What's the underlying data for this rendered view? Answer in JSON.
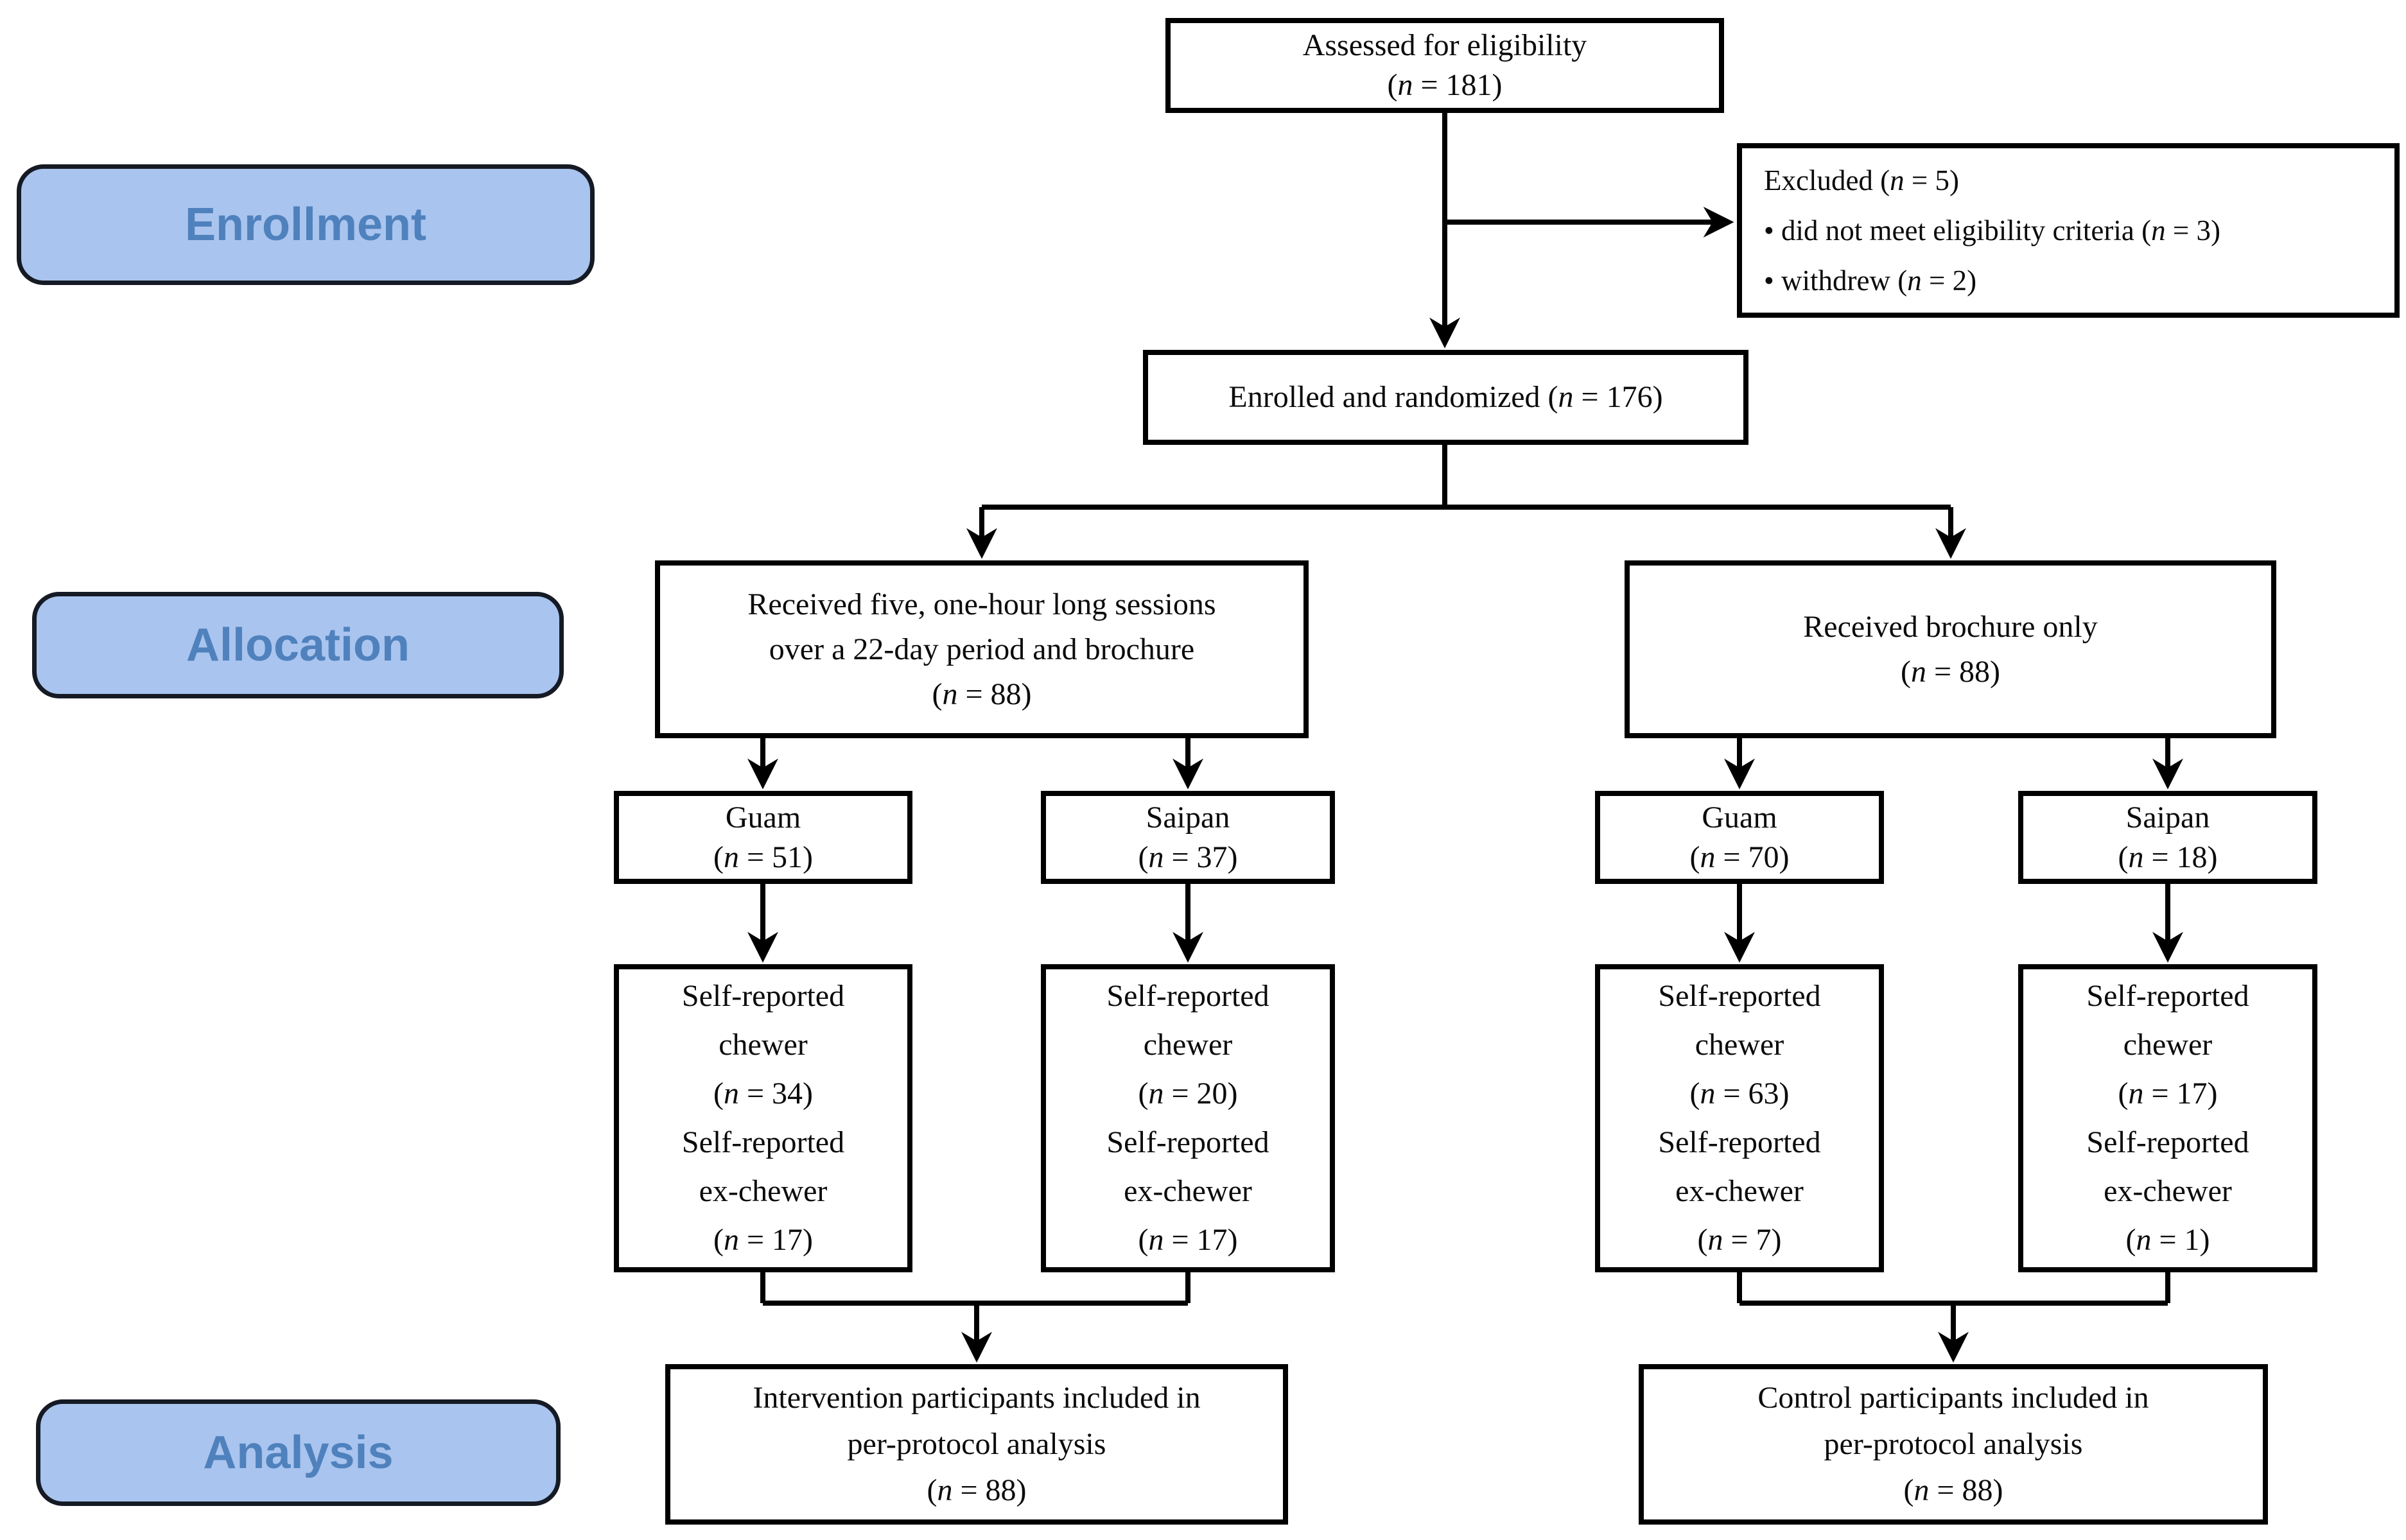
{
  "title": "CONSORT participant flow diagram",
  "colors": {
    "background": "#ffffff",
    "box_fill": "#ffffff",
    "box_border": "#000000",
    "line": "#000000",
    "stage_fill": "#a9c4ee",
    "stage_border": "#151a24",
    "stage_text": "#4f81bd"
  },
  "stages": [
    {
      "label": "Enrollment"
    },
    {
      "label": "Allocation"
    },
    {
      "label": "Analysis"
    }
  ],
  "boxes": {
    "assessed": {
      "lines": [
        "Assessed for eligibility",
        "(n = 181)"
      ]
    },
    "excluded": {
      "lines": [
        "Excluded (n = 5)",
        "• did not meet eligibility criteria (n = 3)",
        "• withdrew (n = 2)"
      ]
    },
    "enrolled": {
      "lines": [
        "Enrolled and randomized (n = 176)"
      ]
    },
    "intervention_arm": {
      "lines": [
        "Received five, one-hour long sessions",
        "over a 22-day period and brochure",
        "(n = 88)"
      ]
    },
    "control_arm": {
      "lines": [
        "Received brochure only",
        "(n = 88)"
      ]
    },
    "analysis_intervention": {
      "lines": [
        "Intervention participants included in",
        "per-protocol analysis",
        "(n = 88)"
      ]
    },
    "analysis_control": {
      "lines": [
        "Control participants included in",
        "per-protocol analysis",
        "(n = 88)"
      ]
    }
  },
  "sites": [
    {
      "lines": [
        "Guam",
        "(n = 51)"
      ]
    },
    {
      "lines": [
        "Saipan",
        "(n = 37)"
      ]
    },
    {
      "lines": [
        "Guam",
        "(n = 70)"
      ]
    },
    {
      "lines": [
        "Saipan",
        "(n = 18)"
      ]
    }
  ],
  "chewing_status": [
    {
      "lines": [
        "Self-reported",
        "chewer",
        "(n = 34)",
        "Self-reported",
        "ex-chewer",
        "(n = 17)"
      ]
    },
    {
      "lines": [
        "Self-reported",
        "chewer",
        "(n = 20)",
        "Self-reported",
        "ex-chewer",
        "(n = 17)"
      ]
    },
    {
      "lines": [
        "Self-reported",
        "chewer",
        "(n = 63)",
        "Self-reported",
        "ex-chewer",
        "(n = 7)"
      ]
    },
    {
      "lines": [
        "Self-reported",
        "chewer",
        "(n = 17)",
        "Self-reported",
        "ex-chewer",
        "(n = 1)"
      ]
    }
  ]
}
